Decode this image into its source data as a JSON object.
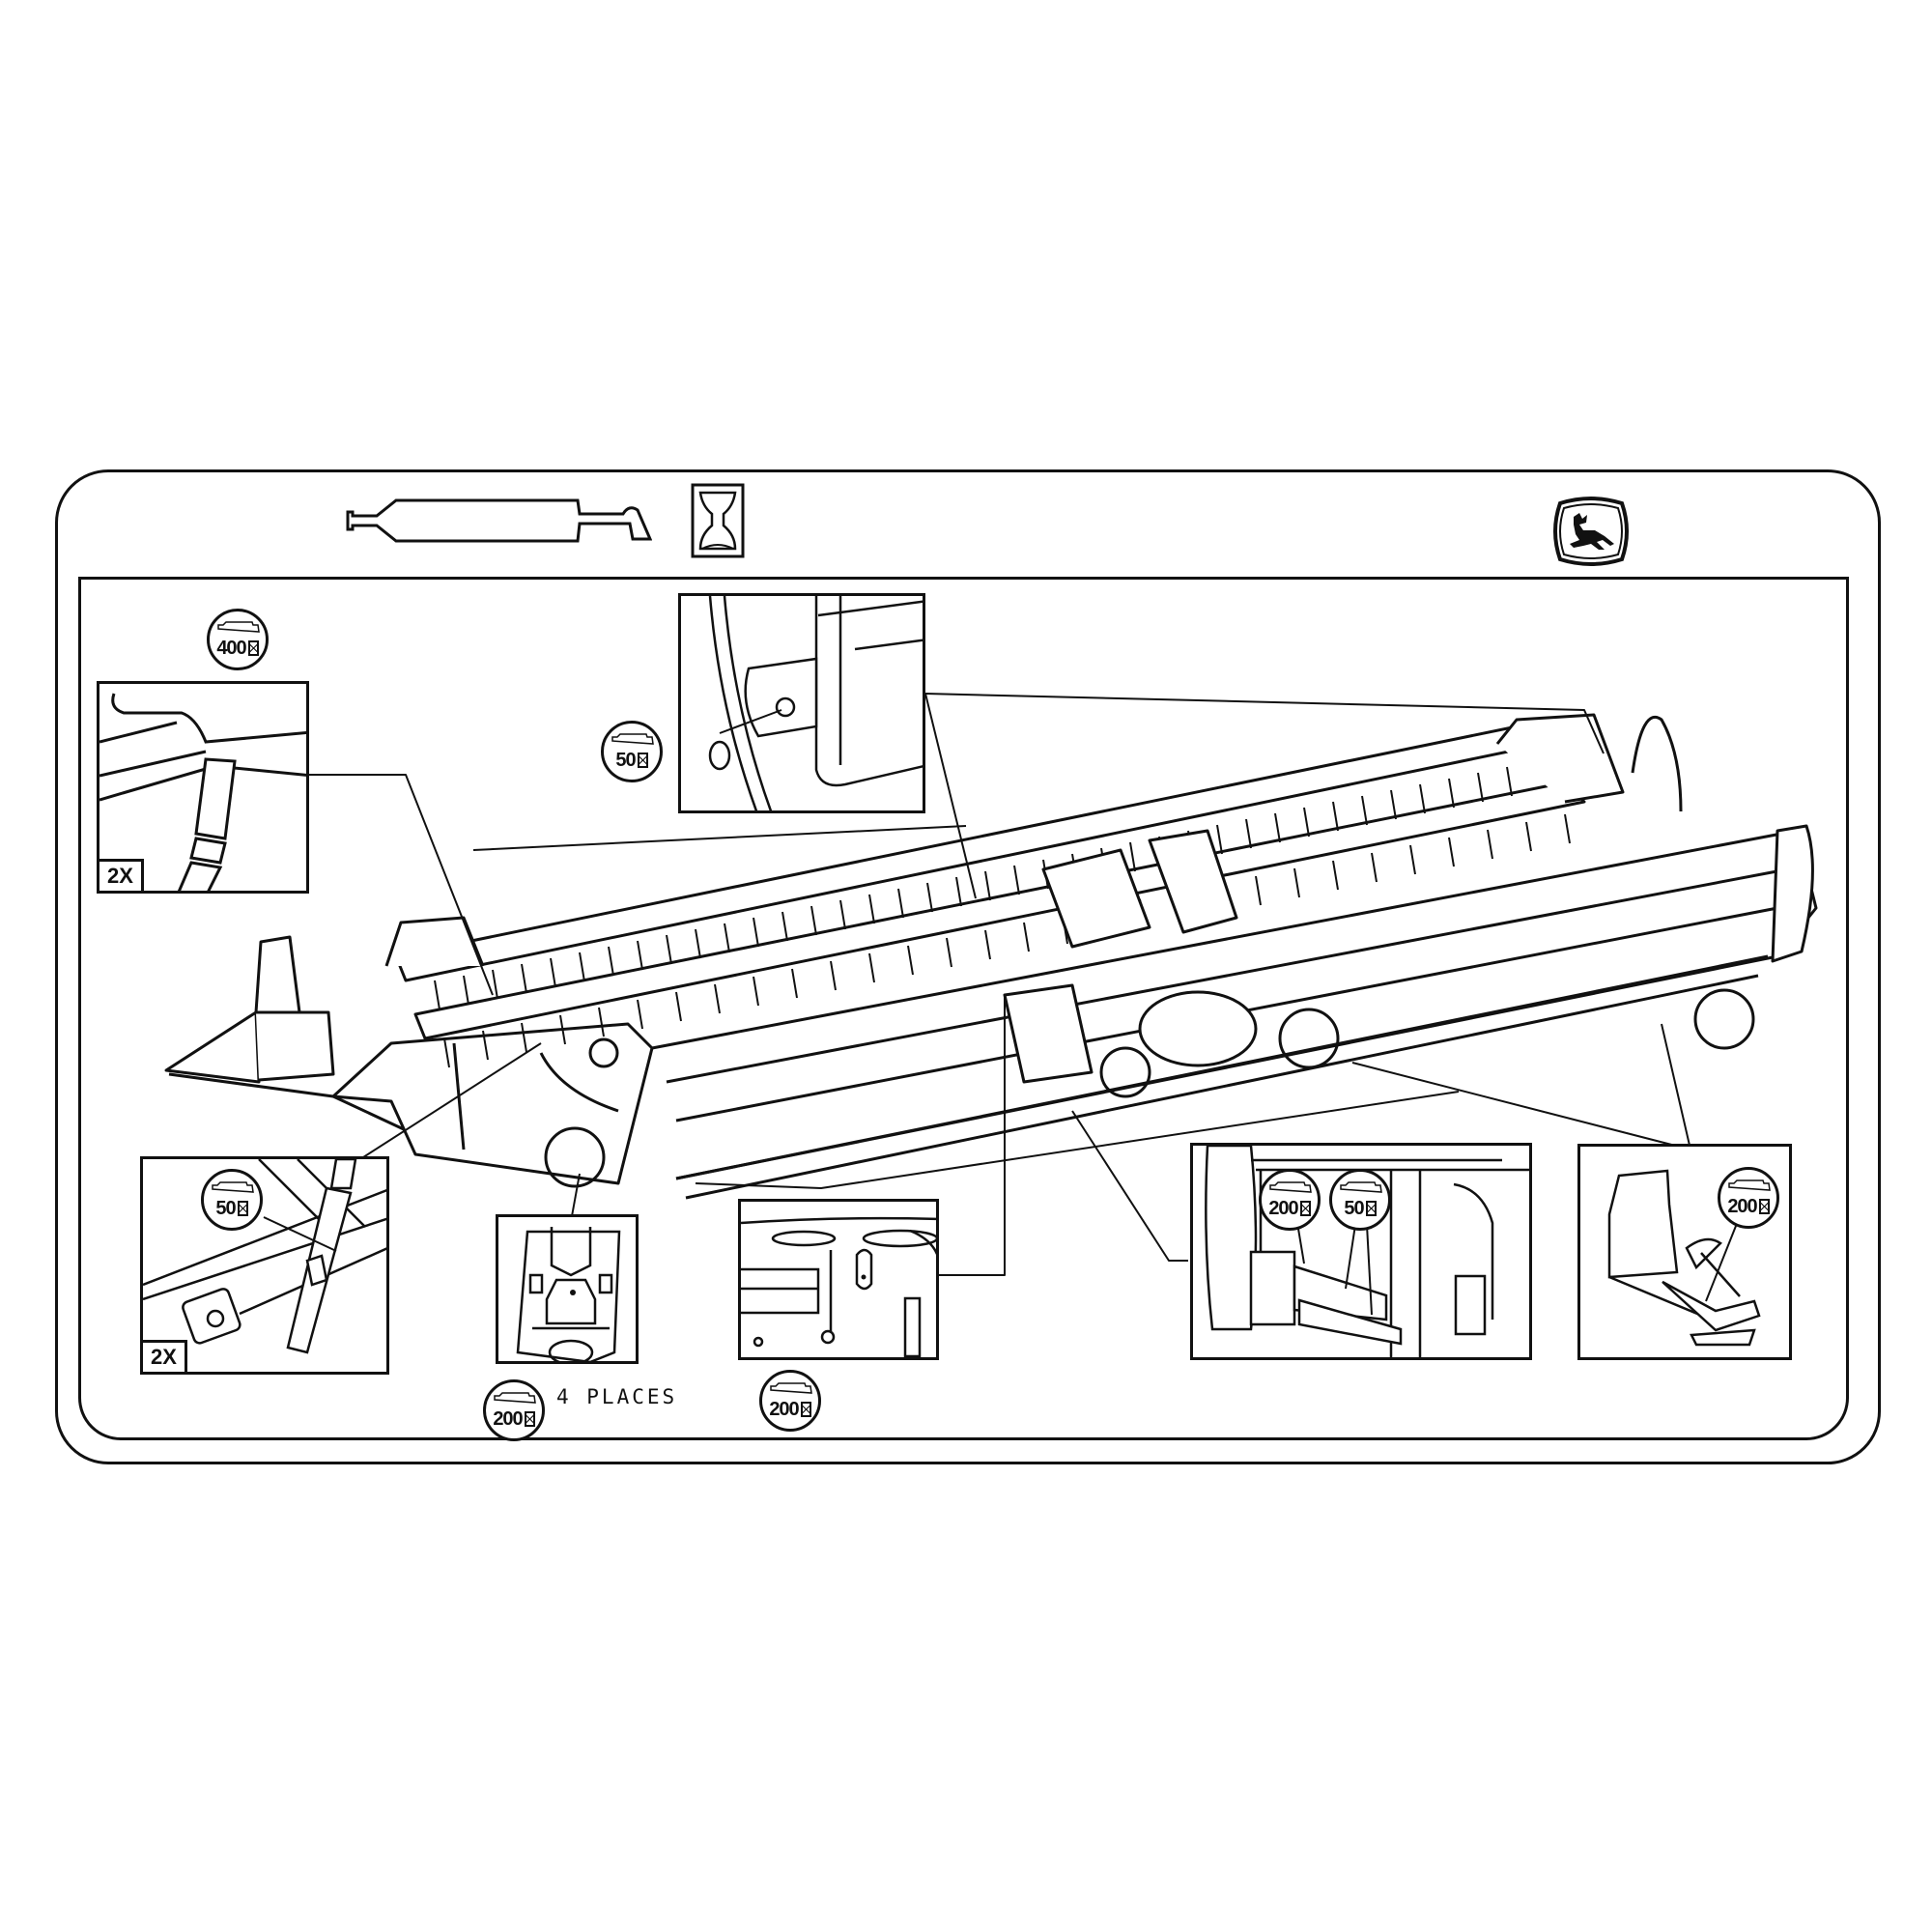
{
  "decal": {
    "title_icons": {
      "grease_gun": "grease-gun-icon",
      "hourglass": "hourglass-interval-icon",
      "brand_logo": "leaping-deer-logo"
    },
    "colors": {
      "line": "#111111",
      "background": "#ffffff"
    },
    "main_illustration": "combine header (draper/reel) isometric line drawing",
    "callouts": [
      {
        "id": "reel-lift-cylinder",
        "interval_hours": "400",
        "quantity": "2X",
        "places_label": ""
      },
      {
        "id": "reel-drive-bearing",
        "interval_hours": "50",
        "quantity": "",
        "places_label": ""
      },
      {
        "id": "reel-fore-aft-cylinder",
        "interval_hours": "50",
        "quantity": "2X",
        "places_label": ""
      },
      {
        "id": "center-link-pivot",
        "interval_hours": "200",
        "quantity": "",
        "places_label": "4 PLACES"
      },
      {
        "id": "gearbox-fitting",
        "interval_hours": "200",
        "quantity": "",
        "places_label": ""
      },
      {
        "id": "drive-shaft-u-joint",
        "interval_hours": "200",
        "quantity": "",
        "places_label": ""
      },
      {
        "id": "drive-shaft-slip-joint",
        "interval_hours": "50",
        "quantity": "",
        "places_label": ""
      },
      {
        "id": "gauge-wheel-pivot",
        "interval_hours": "200",
        "quantity": "",
        "places_label": ""
      }
    ]
  }
}
